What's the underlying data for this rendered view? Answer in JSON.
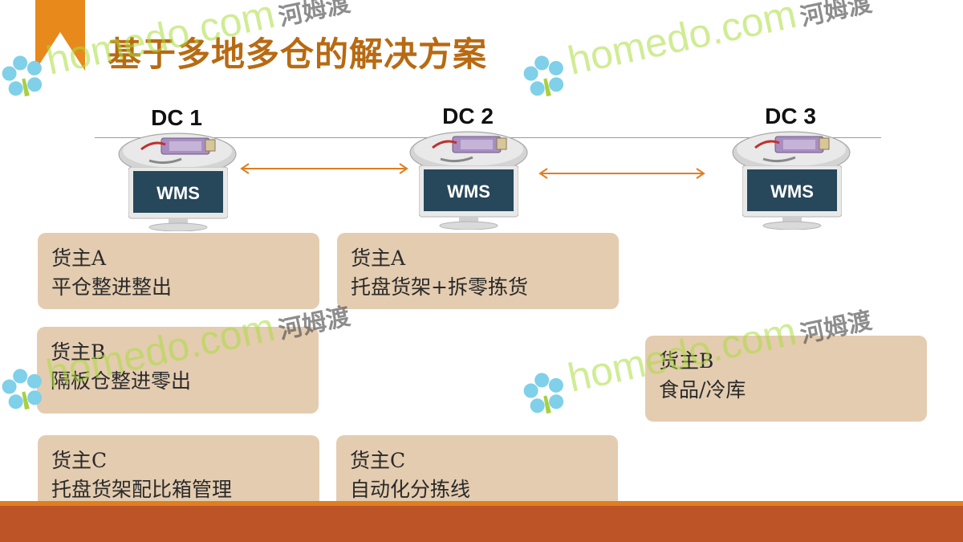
{
  "title": "基于多地多仓的解决方案",
  "dcs": [
    {
      "label": "DC 1",
      "screen": "WMS"
    },
    {
      "label": "DC 2",
      "screen": "WMS"
    },
    {
      "label": "DC 3",
      "screen": "WMS"
    }
  ],
  "boxes": {
    "dc1_a": {
      "owner": "货主A",
      "desc": "平仓整进整出"
    },
    "dc2_a": {
      "owner": "货主A",
      "desc": "托盘货架+拆零拣货"
    },
    "dc1_b": {
      "owner": "货主B",
      "desc": "隔板仓整进零出"
    },
    "dc3_b": {
      "owner": "货主B",
      "desc": "食品/冷库"
    },
    "dc1_c": {
      "owner": "货主C",
      "desc": "托盘货架配比箱管理"
    },
    "dc2_c": {
      "owner": "货主C",
      "desc": "自动化分拣线"
    }
  },
  "watermark": {
    "domain": "homedo.com",
    "brand": "河姆渡"
  },
  "colors": {
    "title": "#B86A12",
    "accent": "#E8891C",
    "footer": "#BC5428",
    "box": "#E4CCB0",
    "arrow": "#E07E20"
  }
}
